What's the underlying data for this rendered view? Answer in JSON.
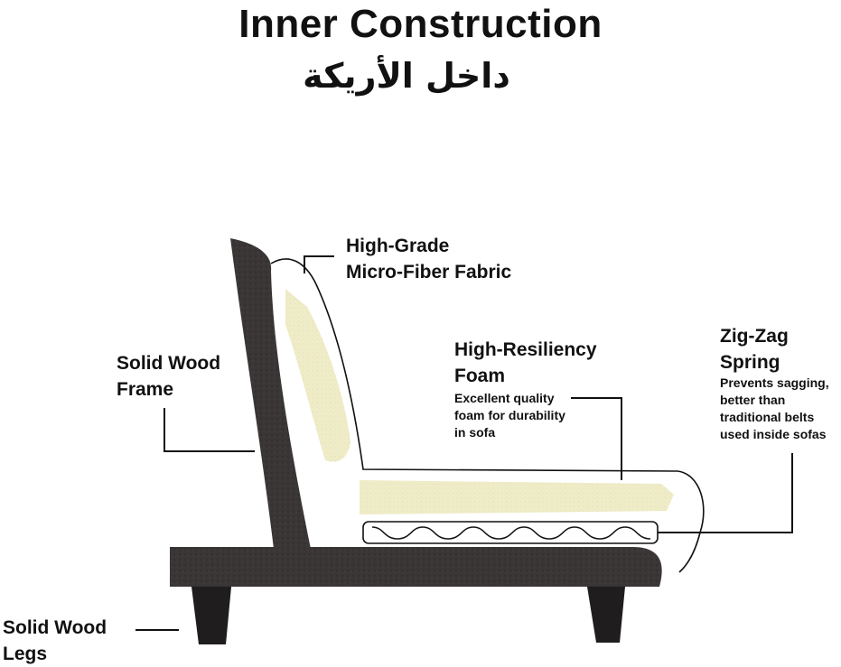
{
  "title": "Inner Construction",
  "subtitle": "داخل الأريكة",
  "labels": {
    "fabric": [
      "High-Grade",
      "Micro-Fiber Fabric"
    ],
    "frame": [
      "Solid Wood",
      "Frame"
    ],
    "foam": [
      "High-Resiliency",
      "Foam"
    ],
    "foam_note": [
      "Excellent quality",
      "foam for durability",
      "in sofa"
    ],
    "spring": [
      "Zig-Zag",
      "Spring"
    ],
    "spring_note": [
      "Prevents sagging,",
      "better than",
      "traditional belts",
      "used inside sofas"
    ],
    "legs": [
      "Solid Wood",
      "Legs"
    ]
  },
  "colors": {
    "wood": "#3a3636",
    "foam": "#efecc8",
    "line": "#111111"
  }
}
